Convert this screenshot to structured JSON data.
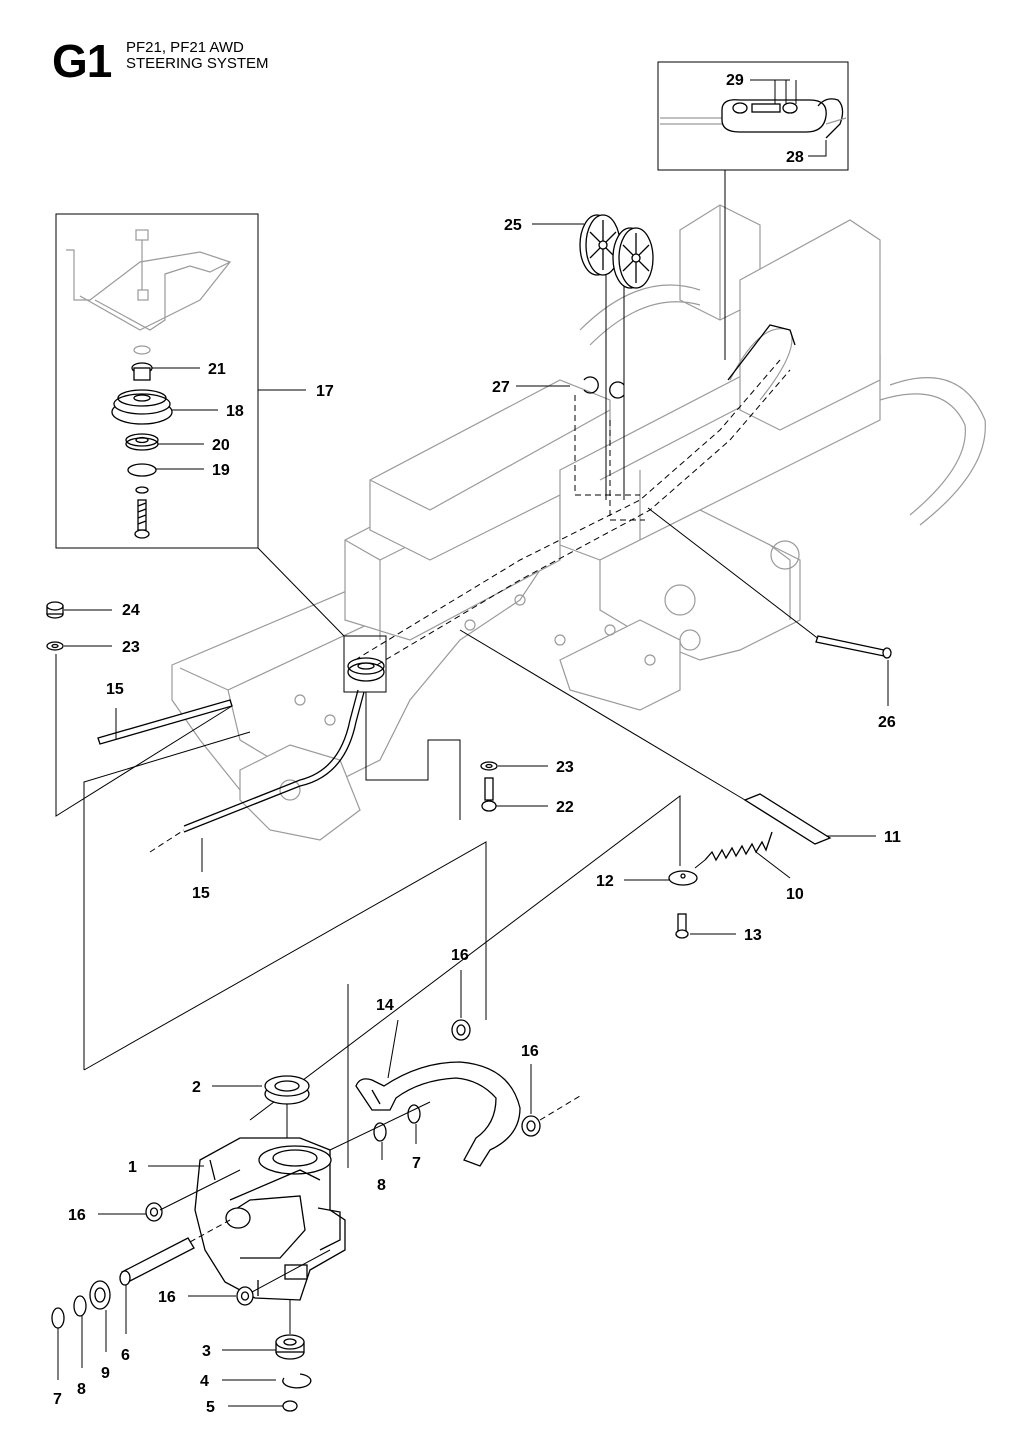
{
  "header": {
    "code": "G1",
    "line1": "PF21, PF21 AWD",
    "line2": "STEERING SYSTEM"
  },
  "callouts": {
    "c1": "1",
    "c2": "2",
    "c3": "3",
    "c4": "4",
    "c5": "5",
    "c6": "6",
    "c7a": "7",
    "c7b": "7",
    "c8a": "8",
    "c8b": "8",
    "c9": "9",
    "c10": "10",
    "c11": "11",
    "c12": "12",
    "c13": "13",
    "c14": "14",
    "c15a": "15",
    "c15b": "15",
    "c16a": "16",
    "c16b": "16",
    "c16c": "16",
    "c16d": "16",
    "c17": "17",
    "c18": "18",
    "c19": "19",
    "c20": "20",
    "c21": "21",
    "c22": "22",
    "c23a": "23",
    "c23b": "23",
    "c24": "24",
    "c25": "25",
    "c26": "26",
    "c27": "27",
    "c28": "28",
    "c29": "29"
  }
}
